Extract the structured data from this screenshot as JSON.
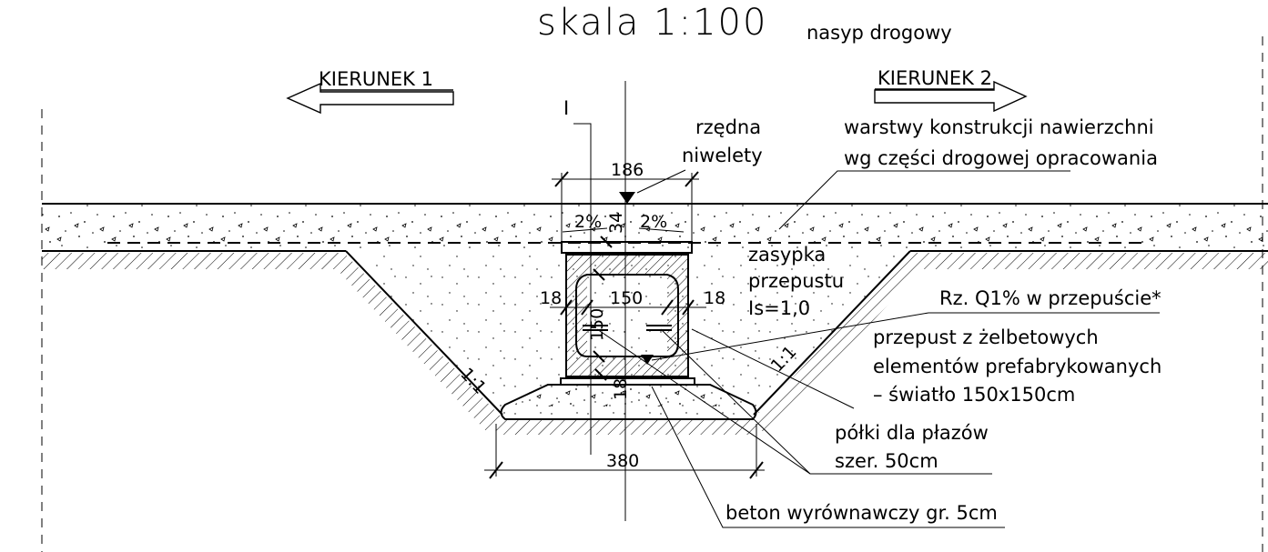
{
  "title": "skala 1:100",
  "subtitle": "nasyp drogowy",
  "directions": {
    "left": "KIERUNEK 1",
    "right": "KIERUNEK 2"
  },
  "section_mark": "I",
  "labels": {
    "grade_line": [
      "rzędna",
      "niwelety"
    ],
    "pavement_layers": [
      "warstwy konstrukcji nawierzchni",
      "wg części drogowej opracowania"
    ],
    "backfill": [
      "zasypka",
      "przepustu",
      "Is=1,0"
    ],
    "water_level": "Rz. Q1% w przepuście*",
    "culvert": [
      "przepust z żelbetowych",
      "elementów prefabrykowanych",
      "– światło 150x150cm"
    ],
    "shelves": [
      "półki dla płazów",
      "szer. 50cm"
    ],
    "lean_concrete": "beton wyrównawczy gr. 5cm"
  },
  "dimensions": {
    "top_width": "186",
    "cover": "34",
    "wall_left": "18",
    "inner_width": "150",
    "wall_right": "18",
    "inner_height": "150",
    "bottom_wall": "18",
    "base_width": "380"
  },
  "slopes": {
    "left": "1:1",
    "right": "1:1",
    "cross_left": "2%",
    "cross_right": "2%"
  }
}
